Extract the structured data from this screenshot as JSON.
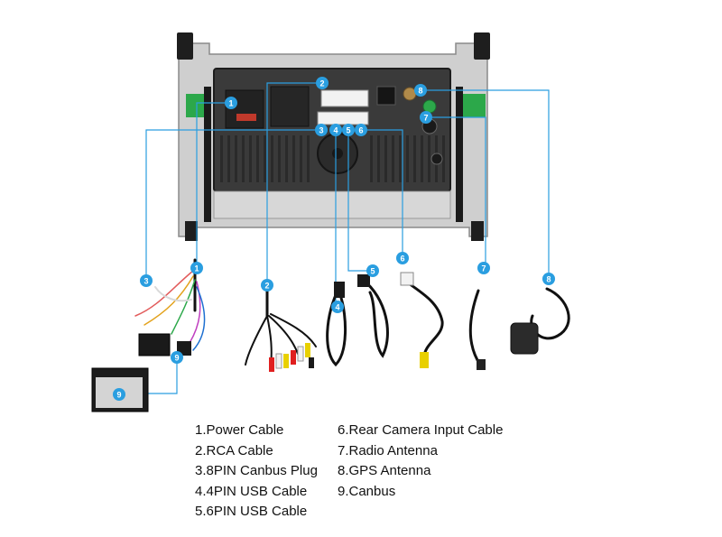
{
  "badges": [
    "1",
    "2",
    "3",
    "4",
    "5",
    "6",
    "7",
    "8",
    "9"
  ],
  "legend_left": [
    "1.Power Cable",
    "2.RCA Cable",
    "3.8PIN Canbus Plug",
    "4.4PIN USB  Cable",
    "5.6PIN USB  Cable"
  ],
  "legend_right": [
    "6.Rear Camera Input Cable",
    "7.Radio Antenna",
    "8.GPS Antenna",
    "9.Canbus"
  ],
  "colors": {
    "callout": "#2a9ee0",
    "frame": "#c8c8c8",
    "panel": "#3b3b3b",
    "accent_green": "#2ca84a"
  }
}
